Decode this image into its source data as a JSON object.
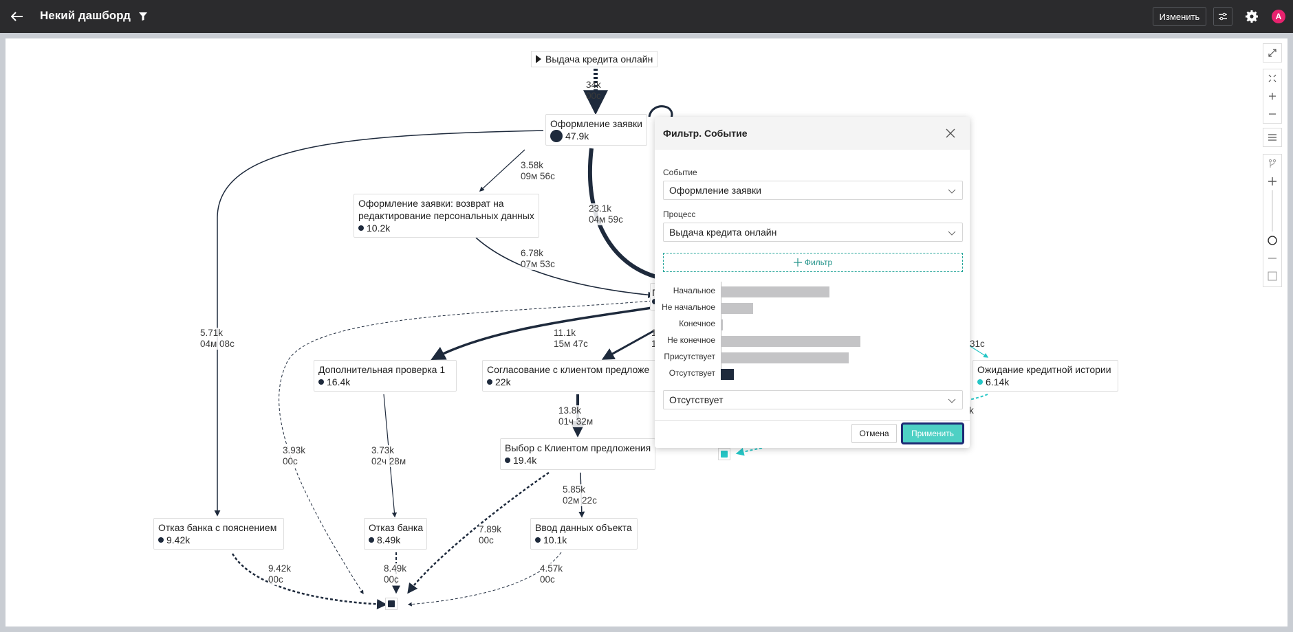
{
  "header": {
    "title": "Некий дашборд",
    "edit_label": "Изменить",
    "avatar_letter": "A"
  },
  "graph": {
    "start": {
      "label": "Выдача кредита онлайн"
    },
    "nodes": {
      "n1": {
        "label": "Оформление заявки",
        "count": "47.9k"
      },
      "n2": {
        "label1": "Оформление заявки: возврат на",
        "label2": "редактирование персональных данных",
        "count": "10.2k"
      },
      "n3": {
        "label": "Дополнительная проверка 1",
        "count": "16.4k"
      },
      "n4": {
        "label": "Согласование с клиентом предложе",
        "count": "22k"
      },
      "n5": {
        "label": "Выбор с Клиентом предложения",
        "count": "19.4k"
      },
      "n6": {
        "label": "Отказ банка с пояснением",
        "count": "9.42k"
      },
      "n7": {
        "label": "Отказ банка",
        "count": "8.49k"
      },
      "n8": {
        "label": "Ввод данных объекта",
        "count": "10.1k"
      },
      "n9": {
        "label": "Ожидание кредитной истории",
        "count": "6.14k"
      },
      "n10": {
        "label": "Г"
      }
    },
    "edges": {
      "e_start": {
        "count": "34k",
        "time": "00с"
      },
      "e_1_2": {
        "count": "3.58k",
        "time": "09м 56с"
      },
      "e_1_x": {
        "count": "23.1k",
        "time": "04м 59с"
      },
      "e_2_x": {
        "count": "6.78k",
        "time": "07м 53с"
      },
      "e_1_6": {
        "count": "5.71k",
        "time": "04м 08с"
      },
      "e_x_3": {
        "count": "11.1k",
        "time": "15м 47с"
      },
      "e_x_4": {
        "count": "1",
        "time": "1"
      },
      "e_4_5": {
        "count": "13.8k",
        "time": "01ч 32м"
      },
      "e_3_7": {
        "count": "3.73k",
        "time": "02ч 28м"
      },
      "e_x_end": {
        "count": "3.93k",
        "time": "00с"
      },
      "e_5_8": {
        "count": "5.85k",
        "time": "02м 22с"
      },
      "e_5_end": {
        "count": "7.89k",
        "time": "00с"
      },
      "e_6_end": {
        "count": "9.42k",
        "time": "00с"
      },
      "e_7_end": {
        "count": "8.49k",
        "time": "00с"
      },
      "e_8_end": {
        "count": "4.57k",
        "time": "00с"
      },
      "e_teal_in": {
        "count": "31с"
      },
      "e_teal_out": {
        "count": "k"
      }
    }
  },
  "modal": {
    "title": "Фильтр. Событие",
    "event_label": "Событие",
    "event_value": "Оформление заявки",
    "process_label": "Процесс",
    "process_value": "Выдача кредита онлайн",
    "add_filter_label": "Фильтр",
    "bars": [
      {
        "label": "Начальное",
        "value": 0.45,
        "selected": false
      },
      {
        "label": "Не начальное",
        "value": 0.135,
        "selected": false
      },
      {
        "label": "Конечное",
        "value": 0.008,
        "selected": false
      },
      {
        "label": "Не конечное",
        "value": 0.58,
        "selected": false
      },
      {
        "label": "Присутствует",
        "value": 0.53,
        "selected": false
      },
      {
        "label": "Отсутствует",
        "value": 0.055,
        "selected": true
      }
    ],
    "condition_value": "Отсутствует",
    "cancel_label": "Отмена",
    "apply_label": "Применить"
  },
  "colors": {
    "topbar": "#2b2b2d",
    "edge": "#1e2a3c",
    "teal": "#26c6c6",
    "apply": "#4ed0c4",
    "apply_border": "#1d2a74",
    "avatar": "#e8226e"
  }
}
